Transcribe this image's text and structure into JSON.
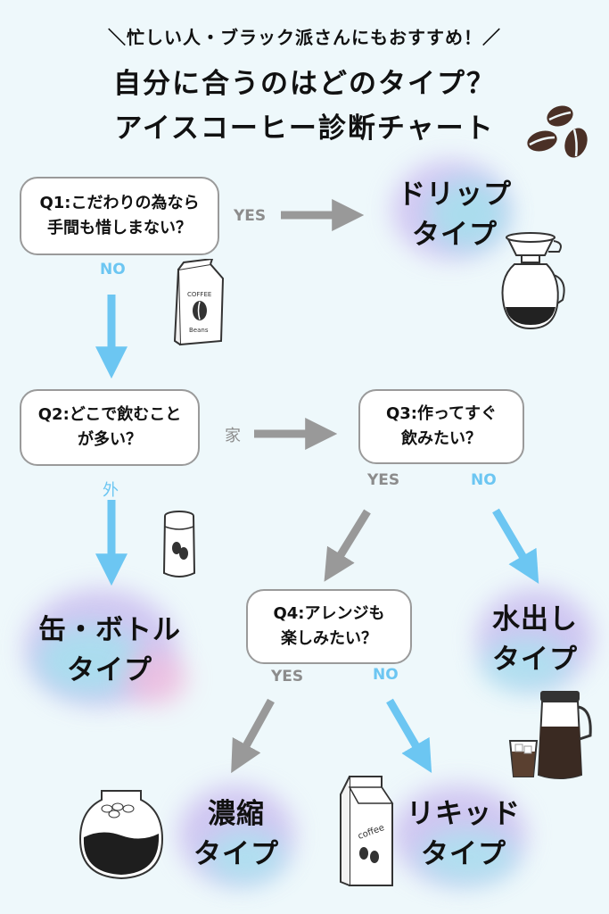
{
  "header": {
    "tagline": "＼忙しい人・ブラック派さんにもおすすめ！／",
    "title_line1": "自分に合うのはどのタイプ？",
    "title_line2": "アイスコーヒー診断チャート"
  },
  "questions": {
    "q1": {
      "line1": "Q1:こだわりの為なら",
      "line2": "手間も惜しまない？"
    },
    "q2": {
      "line1": "Q2:どこで飲むこと",
      "line2": "が多い？"
    },
    "q3": {
      "line1": "Q3:作ってすぐ",
      "line2": "飲みたい？"
    },
    "q4": {
      "line1": "Q4:アレンジも",
      "line2": "楽しみたい？"
    }
  },
  "labels": {
    "q1_yes": "YES",
    "q1_no": "NO",
    "q2_home": "家",
    "q2_out": "外",
    "q3_yes": "YES",
    "q3_no": "NO",
    "q4_yes": "YES",
    "q4_no": "NO"
  },
  "results": {
    "drip": {
      "line1": "ドリップ",
      "line2": "タイプ"
    },
    "can": {
      "line1": "缶・ボトル",
      "line2": "タイプ"
    },
    "cold_brew": {
      "line1": "水出し",
      "line2": "タイプ"
    },
    "concentrate": {
      "line1": "濃縮",
      "line2": "タイプ"
    },
    "liquid": {
      "line1": "リキッド",
      "line2": "タイプ"
    }
  },
  "illustrations": {
    "beans_bag_text_1": "COFFEE",
    "beans_bag_text_2": "Beans",
    "carton_text": "coffee"
  },
  "colors": {
    "background": "#eef8fb",
    "arrow_gray": "#999999",
    "arrow_blue": "#6cc6f2",
    "label_gray": "#8c8c8c",
    "label_blue": "#6cc6f2"
  }
}
